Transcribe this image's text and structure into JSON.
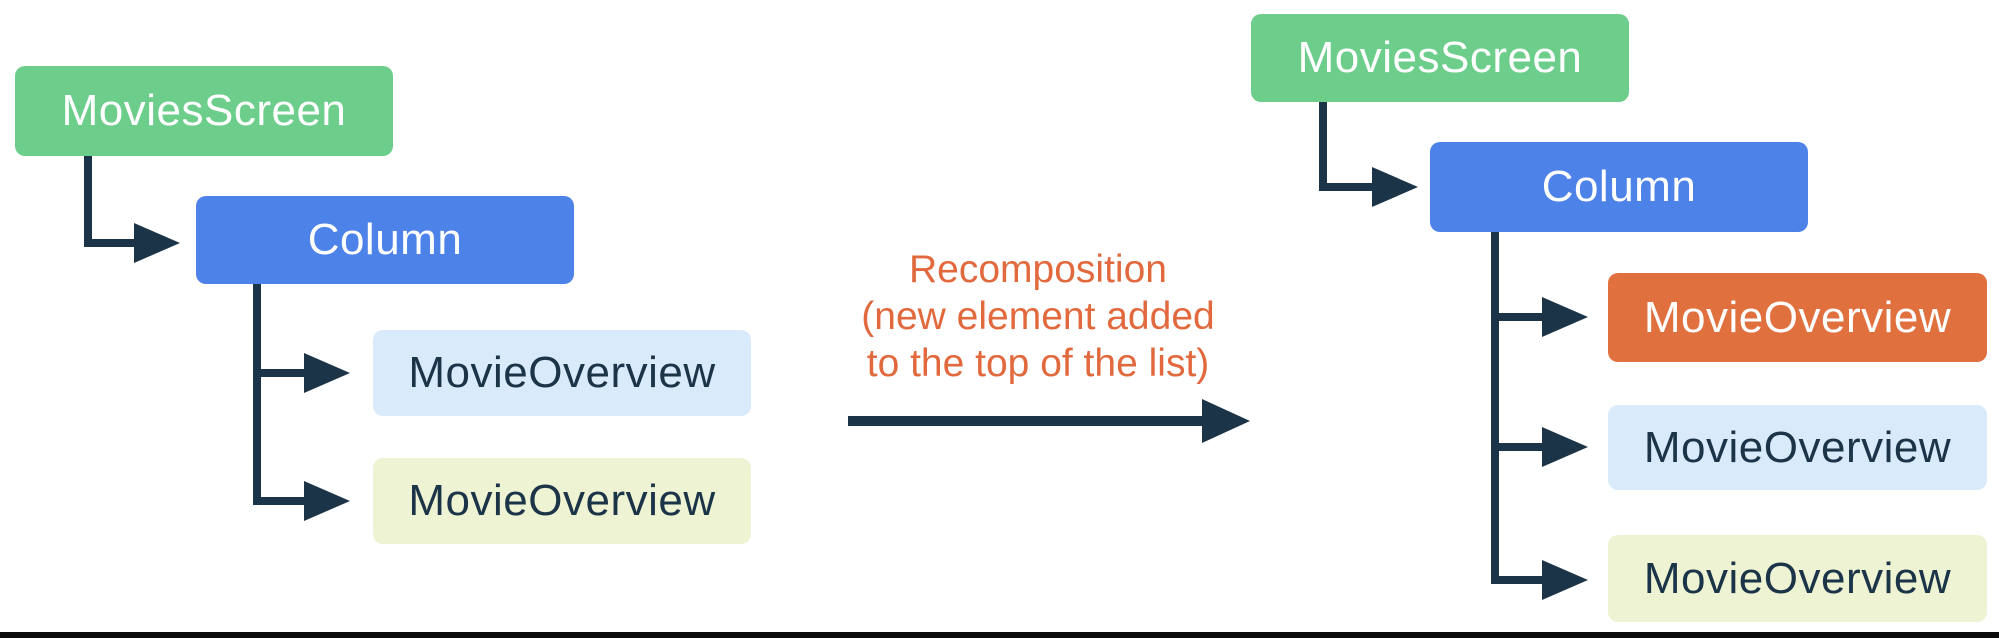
{
  "left_tree": {
    "root_label": "MoviesScreen",
    "container_label": "Column",
    "children": [
      {
        "label": "MovieOverview"
      },
      {
        "label": "MovieOverview"
      }
    ]
  },
  "annotation": {
    "line1": "Recomposition",
    "line2": "(new element added",
    "line3": "to the top of the list)"
  },
  "right_tree": {
    "root_label": "MoviesScreen",
    "container_label": "Column",
    "children": [
      {
        "label": "MovieOverview"
      },
      {
        "label": "MovieOverview"
      },
      {
        "label": "MovieOverview"
      }
    ]
  },
  "colors": {
    "root_green": "#6DCE8C",
    "column_blue": "#4D82E8",
    "item_light_blue": "#D9EAFB",
    "item_light_yellow": "#EEF3D3",
    "item_highlight_orange": "#E0703E",
    "annotation_orange": "#E2693D",
    "connector_navy": "#1B3447",
    "bottom_rule_black": "#0A0A0A"
  }
}
